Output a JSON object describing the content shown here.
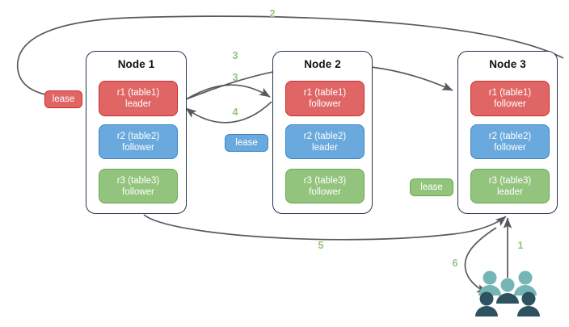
{
  "diagram": {
    "title": "Distributed database lease and replica routing diagram",
    "colors": {
      "red": "#e06666",
      "red_border": "#cc2b28",
      "blue": "#6aa9dd",
      "blue_border": "#3d85c6",
      "green": "#93c47d",
      "green_border": "#6aa84f",
      "node_border": "#24344d",
      "arrow": "#595959",
      "step_label": "#93c47d",
      "users_light": "#76b5b5",
      "users_dark": "#2d5360"
    },
    "nodes": [
      {
        "id": "node-1",
        "title": "Node 1",
        "replicas": [
          {
            "id": "r1",
            "line1": "r1 (table1)",
            "line2": "leader",
            "color": "red"
          },
          {
            "id": "r2",
            "line1": "r2 (table2)",
            "line2": "follower",
            "color": "blue"
          },
          {
            "id": "r3",
            "line1": "r3 (table3)",
            "line2": "follower",
            "color": "green"
          }
        ]
      },
      {
        "id": "node-2",
        "title": "Node 2",
        "replicas": [
          {
            "id": "r1",
            "line1": "r1 (table1)",
            "line2": "follower",
            "color": "red"
          },
          {
            "id": "r2",
            "line1": "r2 (table2)",
            "line2": "leader",
            "color": "blue"
          },
          {
            "id": "r3",
            "line1": "r3 (table3)",
            "line2": "follower",
            "color": "green"
          }
        ]
      },
      {
        "id": "node-3",
        "title": "Node 3",
        "replicas": [
          {
            "id": "r1",
            "line1": "r1 (table1)",
            "line2": "follower",
            "color": "red"
          },
          {
            "id": "r2",
            "line1": "r2 (table2)",
            "line2": "follower",
            "color": "blue"
          },
          {
            "id": "r3",
            "line1": "r3 (table3)",
            "line2": "leader",
            "color": "green"
          }
        ]
      }
    ],
    "leases": [
      {
        "id": "lease-table1",
        "label": "lease",
        "color": "red"
      },
      {
        "id": "lease-table2",
        "label": "lease",
        "color": "blue"
      },
      {
        "id": "lease-table3",
        "label": "lease",
        "color": "green"
      }
    ],
    "steps": [
      {
        "id": "step-1",
        "label": "1"
      },
      {
        "id": "step-2",
        "label": "2"
      },
      {
        "id": "step-3a",
        "label": "3"
      },
      {
        "id": "step-3b",
        "label": "3"
      },
      {
        "id": "step-4",
        "label": "4"
      },
      {
        "id": "step-5",
        "label": "5"
      },
      {
        "id": "step-6",
        "label": "6"
      }
    ],
    "actors": {
      "users_label": "users-group-icon"
    }
  }
}
